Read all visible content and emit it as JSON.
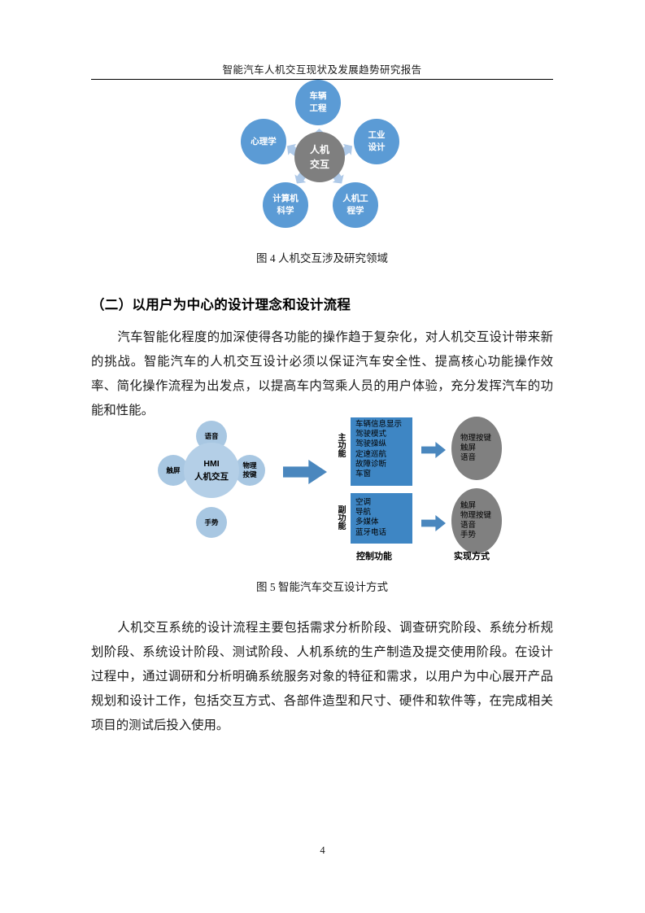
{
  "document": {
    "header_text": "智能汽车人机交互现状及发展趋势研究报告",
    "page_number": "4"
  },
  "figure4": {
    "caption": "图 4  人机交互涉及研究领域",
    "center": {
      "line1": "人机",
      "line2": "交互"
    },
    "nodes": [
      {
        "id": "vehicle-engineering",
        "line1": "车辆",
        "line2": "工程"
      },
      {
        "id": "industrial-design",
        "line1": "工业",
        "line2": "设计"
      },
      {
        "id": "ergonomics",
        "line1": "人机工",
        "line2": "程学"
      },
      {
        "id": "computer-science",
        "line1": "计算机",
        "line2": "科学"
      },
      {
        "id": "psychology",
        "line1": "心理学",
        "line2": ""
      }
    ],
    "colors": {
      "node": "#5B9BD5",
      "center": "#7F7F7F",
      "arrow": "#AEC9E8"
    }
  },
  "section": {
    "heading": "（二）以用户为中心的设计理念和设计流程",
    "paragraph1": "汽车智能化程度的加深使得各功能的操作趋于复杂化，对人机交互设计带来新的挑战。智能汽车的人机交互设计必须以保证汽车安全性、提高核心功能操作效率、简化操作流程为出发点，以提高车内驾乘人员的用户体验，充分发挥汽车的功能和性能。",
    "paragraph2": "人机交互系统的设计流程主要包括需求分析阶段、调查研究阶段、系统分析规划阶段、系统设计阶段、测试阶段、人机系统的生产制造及提交使用阶段。在设计过程中，通过调研和分析明确系统服务对象的特征和需求，以用户为中心展开产品规划和设计工作，包括交互方式、各部件造型和尺寸、硬件和软件等，在完成相关项目的测试后投入使用。"
  },
  "figure5": {
    "caption": "图 5  智能汽车交互设计方式",
    "hmi": {
      "center_line1": "HMI",
      "center_line2": "人机交互",
      "satellites": {
        "top": "语音",
        "right_line1": "物理",
        "right_line2": "按键",
        "bottom": "手势",
        "left": "触屏"
      }
    },
    "main_function": {
      "vlabel": "主功能",
      "items": [
        "车辆信息显示",
        "驾驶模式",
        "驾驶操纵",
        "定速巡航",
        "故障诊断",
        "车窗"
      ],
      "realization": [
        "物理按键",
        "触屏",
        "语音"
      ]
    },
    "sub_function": {
      "vlabel": "副功能",
      "items": [
        "空调",
        "导航",
        "多媒体",
        "蓝牙电话"
      ],
      "realization": [
        "触屏",
        "物理按键",
        "语音",
        "手势"
      ]
    },
    "bottom_labels": {
      "control": "控制功能",
      "implementation": "实现方式"
    },
    "colors": {
      "box": "#3E86C4",
      "ellipse": "#808080",
      "arrow": "#4A87BE",
      "hmi_circle": "#B4CFE7",
      "satellite_circle": "#A8C7E2"
    }
  }
}
